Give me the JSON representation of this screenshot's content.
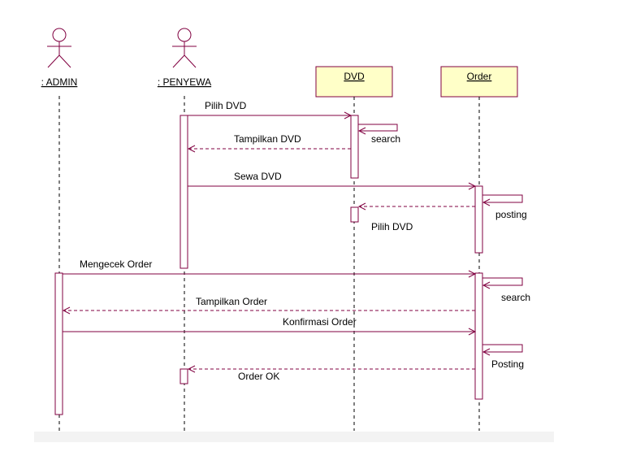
{
  "diagram": {
    "actors": [
      {
        "id": "admin",
        "label": ": ADMIN"
      },
      {
        "id": "penyewa",
        "label": ": PENYEWA"
      }
    ],
    "objects": [
      {
        "id": "dvd",
        "label": "DVD"
      },
      {
        "id": "order",
        "label": "Order"
      }
    ],
    "messages": [
      {
        "label": "Pilih DVD",
        "kind": "call",
        "from": "penyewa",
        "to": "dvd"
      },
      {
        "label": "search",
        "kind": "self",
        "on": "dvd"
      },
      {
        "label": "Tampilkan DVD",
        "kind": "return",
        "from": "dvd",
        "to": "penyewa"
      },
      {
        "label": "Sewa DVD",
        "kind": "call",
        "from": "penyewa",
        "to": "order"
      },
      {
        "label": "posting",
        "kind": "self",
        "on": "order"
      },
      {
        "label": "Pilih DVD",
        "kind": "return",
        "from": "order",
        "to": "dvd"
      },
      {
        "label": "Mengecek Order",
        "kind": "call",
        "from": "admin",
        "to": "order"
      },
      {
        "label": "search",
        "kind": "self",
        "on": "order"
      },
      {
        "label": "Tampilkan Order",
        "kind": "return",
        "from": "order",
        "to": "admin"
      },
      {
        "label": "Konfirmasi Order",
        "kind": "call",
        "from": "admin",
        "to": "order"
      },
      {
        "label": "Posting",
        "kind": "self",
        "on": "order"
      },
      {
        "label": "Order OK",
        "kind": "return",
        "from": "order",
        "to": "penyewa"
      }
    ],
    "colors": {
      "line": "#800040",
      "object_fill": "#ffffc8",
      "text": "#000000"
    }
  }
}
